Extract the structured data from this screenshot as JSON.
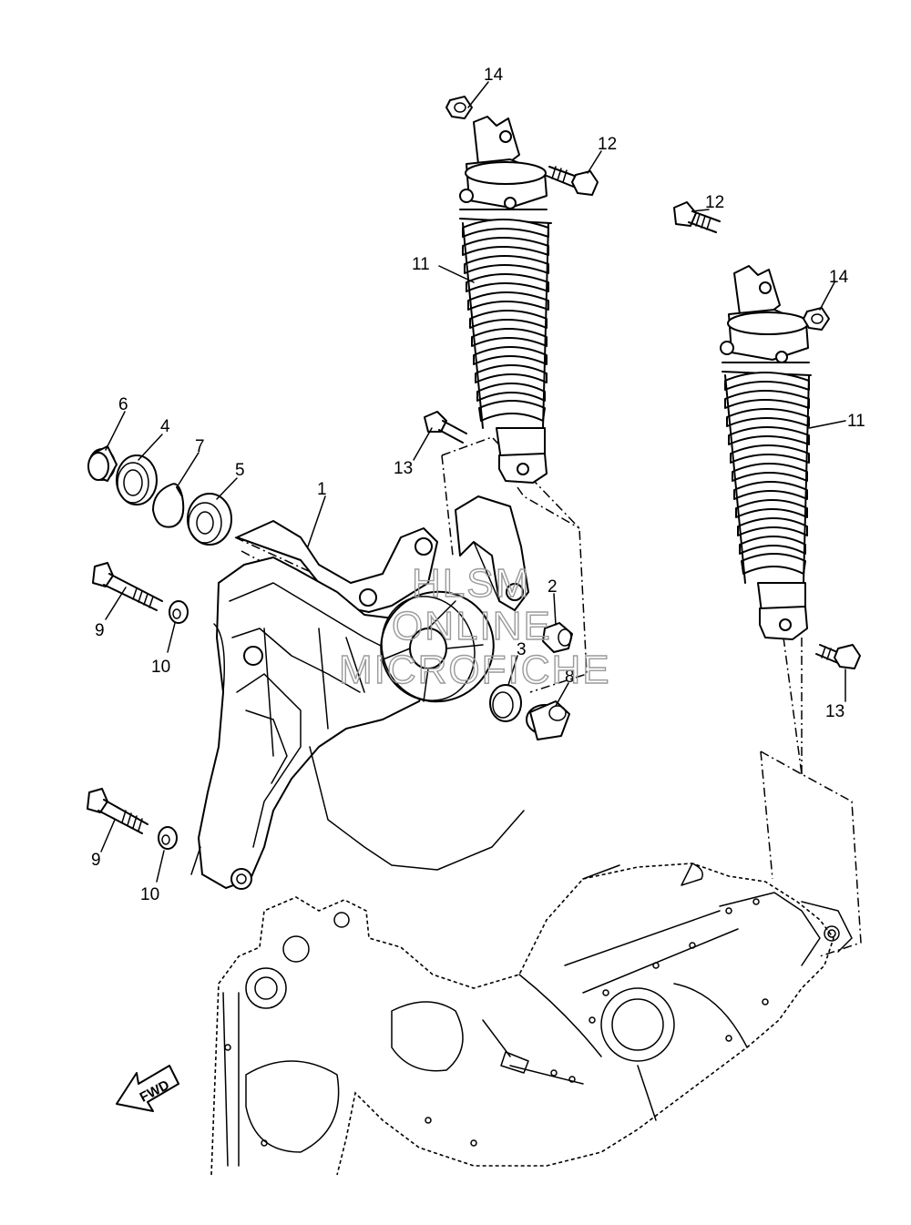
{
  "callouts": {
    "p1": "1",
    "p2": "2",
    "p3": "3",
    "p4": "4",
    "p5": "5",
    "p6": "6",
    "p7": "7",
    "p8": "8",
    "p9a": "9",
    "p9b": "9",
    "p10a": "10",
    "p10b": "10",
    "p11a": "11",
    "p11b": "11",
    "p12a": "12",
    "p12b": "12",
    "p13a": "13",
    "p13b": "13",
    "p14a": "14",
    "p14b": "14"
  },
  "watermark": {
    "line1": "HLSM",
    "line2": "ONLINE",
    "line3": "MICROFICHE"
  },
  "fwd_label": "FWD"
}
